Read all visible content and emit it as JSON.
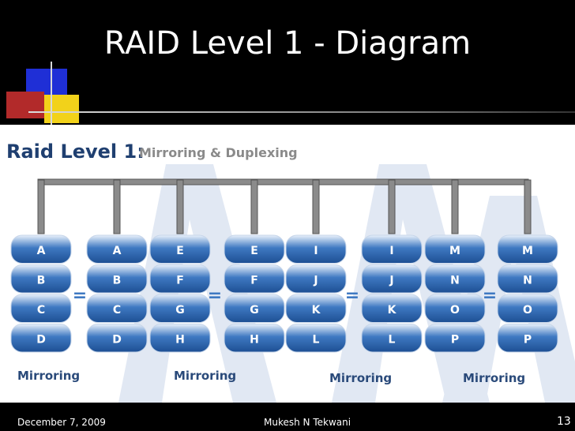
{
  "slide": {
    "title": "RAID Level 1 - Diagram",
    "footer_date": "December 7, 2009",
    "footer_author": "Mukesh N Tekwani",
    "slide_number": "13"
  },
  "diagram": {
    "heading": "Raid Level 1:",
    "subheading": "Mirroring & Duplexing",
    "mirror_label": "Mirroring",
    "equals": "=",
    "disks": [
      [
        "A",
        "B",
        "C",
        "D"
      ],
      [
        "A",
        "B",
        "C",
        "D"
      ],
      [
        "E",
        "F",
        "G",
        "H"
      ],
      [
        "E",
        "F",
        "G",
        "H"
      ],
      [
        "I",
        "J",
        "K",
        "L"
      ],
      [
        "I",
        "J",
        "K",
        "L"
      ],
      [
        "M",
        "N",
        "O",
        "P"
      ],
      [
        "M",
        "N",
        "O",
        "P"
      ]
    ],
    "colors": {
      "disk_top": "#e9f1fb",
      "disk_mid": "#3f79c2",
      "disk_bottom": "#1d4f93",
      "bus": "#777777",
      "label": "#2a4a7a",
      "heading": "#1f3f70",
      "subheading": "#8a8a8a",
      "watermark": "#dde4f1"
    }
  }
}
